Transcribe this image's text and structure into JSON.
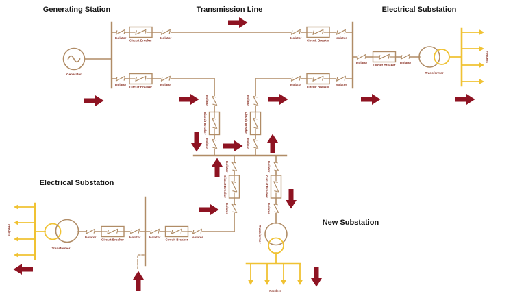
{
  "diagram": {
    "sections": {
      "generating_station": {
        "title": "Generating Station"
      },
      "transmission_line": {
        "title": "Transmission Line"
      },
      "electrical_substation_top_right": {
        "title": "Electrical Substation"
      },
      "electrical_substation_bottom_left": {
        "title": "Electrical Substation"
      },
      "new_substation": {
        "title": "New Substation"
      }
    },
    "component_labels": {
      "generator": "Generator",
      "transformer": "Transformer",
      "isolator": "Isolator",
      "circuit_breaker": "Circuit Breaker",
      "feeders": "Feeders"
    },
    "colors": {
      "equipment_line": "#b08c66",
      "label_text": "#8a3226",
      "flow_arrow": "#8e1322",
      "feeder_line": "#f0c233",
      "title_text": "#141414",
      "background": "#ffffff"
    }
  }
}
